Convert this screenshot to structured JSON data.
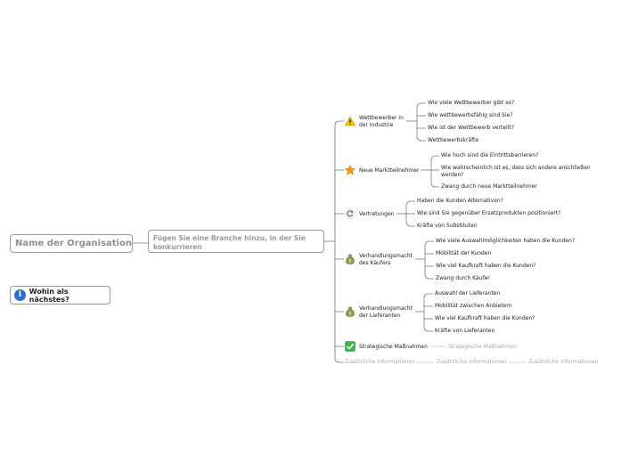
{
  "root": {
    "label": "Name der Organisation"
  },
  "central": {
    "label": "Fügen Sie eine Branche hinzu, in der Sie konkurrieren"
  },
  "next": {
    "label": "Wohin als nächstes?",
    "icon": "info-icon"
  },
  "branches": [
    {
      "label_l1": "Wettbewerber in",
      "label_l2": "der Industrie",
      "icon": "warning-icon",
      "children": [
        "Wie viele Wettbewerber gibt es?",
        "Wie wettbewerbsfähig sind Sie?",
        "Wie ist der Wettbewerb verteilt?",
        "Wettbewerbskräfte"
      ]
    },
    {
      "label_l1": "Neue Marktteilnehmer",
      "icon": "star-icon",
      "children_1_l1": "Wie hoch sind die Eintrittsbarrieren?",
      "children_2_l1": "Wie wahrscheinlich ist es, dass sich andere anschließen",
      "children_2_l2": "werden?",
      "children_3_l1": "Zwang durch neue Marktteilnehmer"
    },
    {
      "label_l1": "Vertretungen",
      "icon": "refresh-icon",
      "children": [
        "Haben die Kunden Alternativen?",
        "Wie sind Sie gegenüber Ersatzprodukten positioniert?",
        "Kräfte von Substituten"
      ]
    },
    {
      "label_l1": "Verhandlungsmacht",
      "label_l2": "des Käufers",
      "icon": "money-bag-icon",
      "children": [
        "Wie viele Auswahlmöglichkeiten haben die Kunden?",
        "Mobilität der Kunden",
        "Wie viel Kaufkraft haben die Kunden?",
        "Zwang durch Käufer"
      ]
    },
    {
      "label_l1": "Verhandlungsmacht",
      "label_l2": "der Lieferanten",
      "icon": "money-bag-icon",
      "children": [
        "Auswahl der Lieferanten",
        "Mobilität zwischen Anbietern",
        "Wie viel Kaufkraft haben die Kunden?",
        "Kräfte von Lieferanten"
      ]
    },
    {
      "label_l1": "Strategische Maßnahmen",
      "icon": "check-icon",
      "children": [
        "Strategische Maßnahmen"
      ]
    },
    {
      "label_l1": "Zusätzliche Informationen",
      "children": [
        "Zusätzliche Informationen",
        "Zusätzliche Informationen"
      ]
    }
  ],
  "colors": {
    "line": "#555555",
    "light_line": "#c8c8c8",
    "info_blue": "#2f6fd1",
    "check_green": "#3bb54a"
  }
}
